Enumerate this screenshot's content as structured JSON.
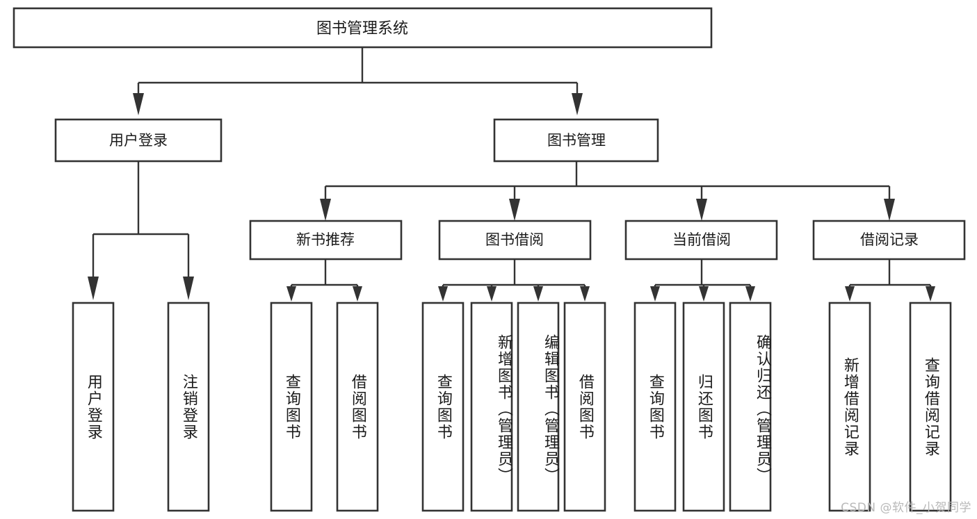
{
  "diagram": {
    "type": "hierarchy-tree",
    "title": "图书管理系统",
    "watermark": "CSDN @软件_小贺同学",
    "colors": {
      "box_stroke": "#333333",
      "box_fill": "#ffffff",
      "text": "#1a1a1a",
      "background": "#ffffff",
      "watermark": "#b9b9b9"
    },
    "root": {
      "label": "图书管理系统"
    },
    "level1": [
      {
        "label": "用户登录"
      },
      {
        "label": "图书管理"
      }
    ],
    "level2": [
      {
        "label": "新书推荐"
      },
      {
        "label": "图书借阅"
      },
      {
        "label": "当前借阅"
      },
      {
        "label": "借阅记录"
      }
    ],
    "leaves": {
      "user_login": [
        {
          "label": "用户登录"
        },
        {
          "label": "注销登录"
        }
      ],
      "new_book_recommend": [
        {
          "label": "查询图书"
        },
        {
          "label": "借阅图书"
        }
      ],
      "book_borrow": [
        {
          "label": "查询图书"
        },
        {
          "label": "新增图书（管理员）"
        },
        {
          "label": "编辑图书（管理员）"
        },
        {
          "label": "借阅图书"
        }
      ],
      "current_borrow": [
        {
          "label": "查询图书"
        },
        {
          "label": "归还图书"
        },
        {
          "label": "确认归还（管理员）"
        }
      ],
      "borrow_record": [
        {
          "label": "新增借阅记录"
        },
        {
          "label": "查询借阅记录"
        }
      ]
    }
  }
}
